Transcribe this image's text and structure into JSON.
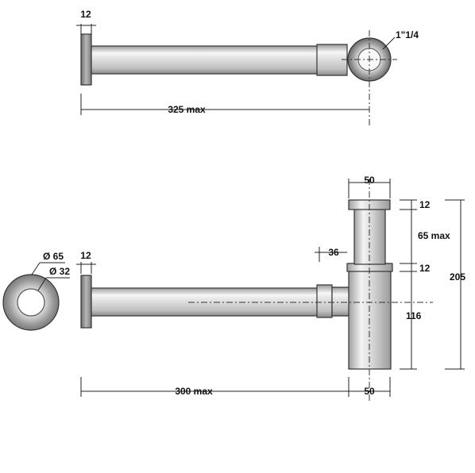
{
  "drawing": {
    "top_view": {
      "flange_thickness": "12",
      "thread_size": "1\"1/4",
      "length": "325 max"
    },
    "front_view": {
      "flange_diameter": "Ø 65",
      "bore_diameter": "Ø 32",
      "flange_thickness": "12",
      "length": "300 max",
      "cap_width": "50",
      "base_width": "50",
      "cap_height": "12",
      "adjustable_height": "65 max",
      "collar_height": "12",
      "inlet_offset": "36",
      "bottle_height": "116",
      "overall_height": "205"
    }
  },
  "colors": {
    "metal_dark": "#8c8c8c",
    "metal_light": "#f4f4f4",
    "line": "#222222"
  }
}
